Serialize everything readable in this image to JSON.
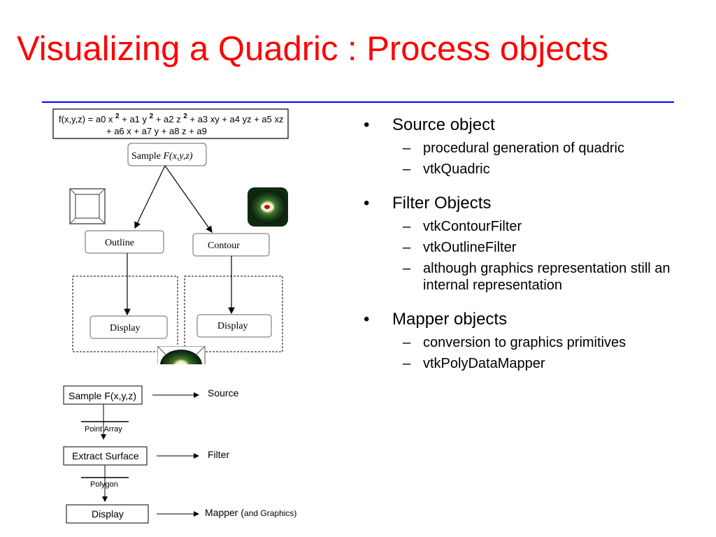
{
  "slide": {
    "title": "Visualizing a Quadric : Process objects"
  },
  "diagram": {
    "equation_line1": "f(x,y,z) = a0 x",
    "equation_sup_a": "2",
    "equation_mid1": "+ a1 y",
    "equation_sup_b": "2",
    "equation_mid2": "+ a2 z",
    "equation_sup_c": "2",
    "equation_rest": "+ a3 xy + a4 yz + a5 xz",
    "equation_line2": "+ a6 x + a7 y + a8 z + a9",
    "sample_prefix": "Sample ",
    "sample_func": "F(x,y,z)",
    "outline_label": "Outline",
    "contour_label": "Contour",
    "display_label_left": "Display",
    "display_label_right": "Display"
  },
  "pipeline": {
    "sample_label": "Sample F(x,y,z)",
    "point_array_label": "Point Array",
    "extract_label": "Extract Surface",
    "polygon_label": "Polygon",
    "display_label": "Display",
    "source_label": "Source",
    "filter_label": "Filter",
    "mapper_label": "Mapper (",
    "mapper_suffix": "and Graphics)"
  },
  "bullets": [
    {
      "text": "Source object",
      "subs": [
        "procedural generation of quadric",
        "vtkQuadric"
      ]
    },
    {
      "text": "Filter Objects",
      "subs": [
        "vtkContourFilter",
        "vtkOutlineFilter",
        "although graphics representation still an internal representation"
      ]
    },
    {
      "text": "Mapper objects",
      "subs": [
        "conversion to graphics primitives",
        "vtkPolyDataMapper"
      ]
    }
  ],
  "symbols": {
    "bullet": "•",
    "dash": "–"
  },
  "colors": {
    "title": "#ff0000",
    "rule": "#0000ff"
  }
}
